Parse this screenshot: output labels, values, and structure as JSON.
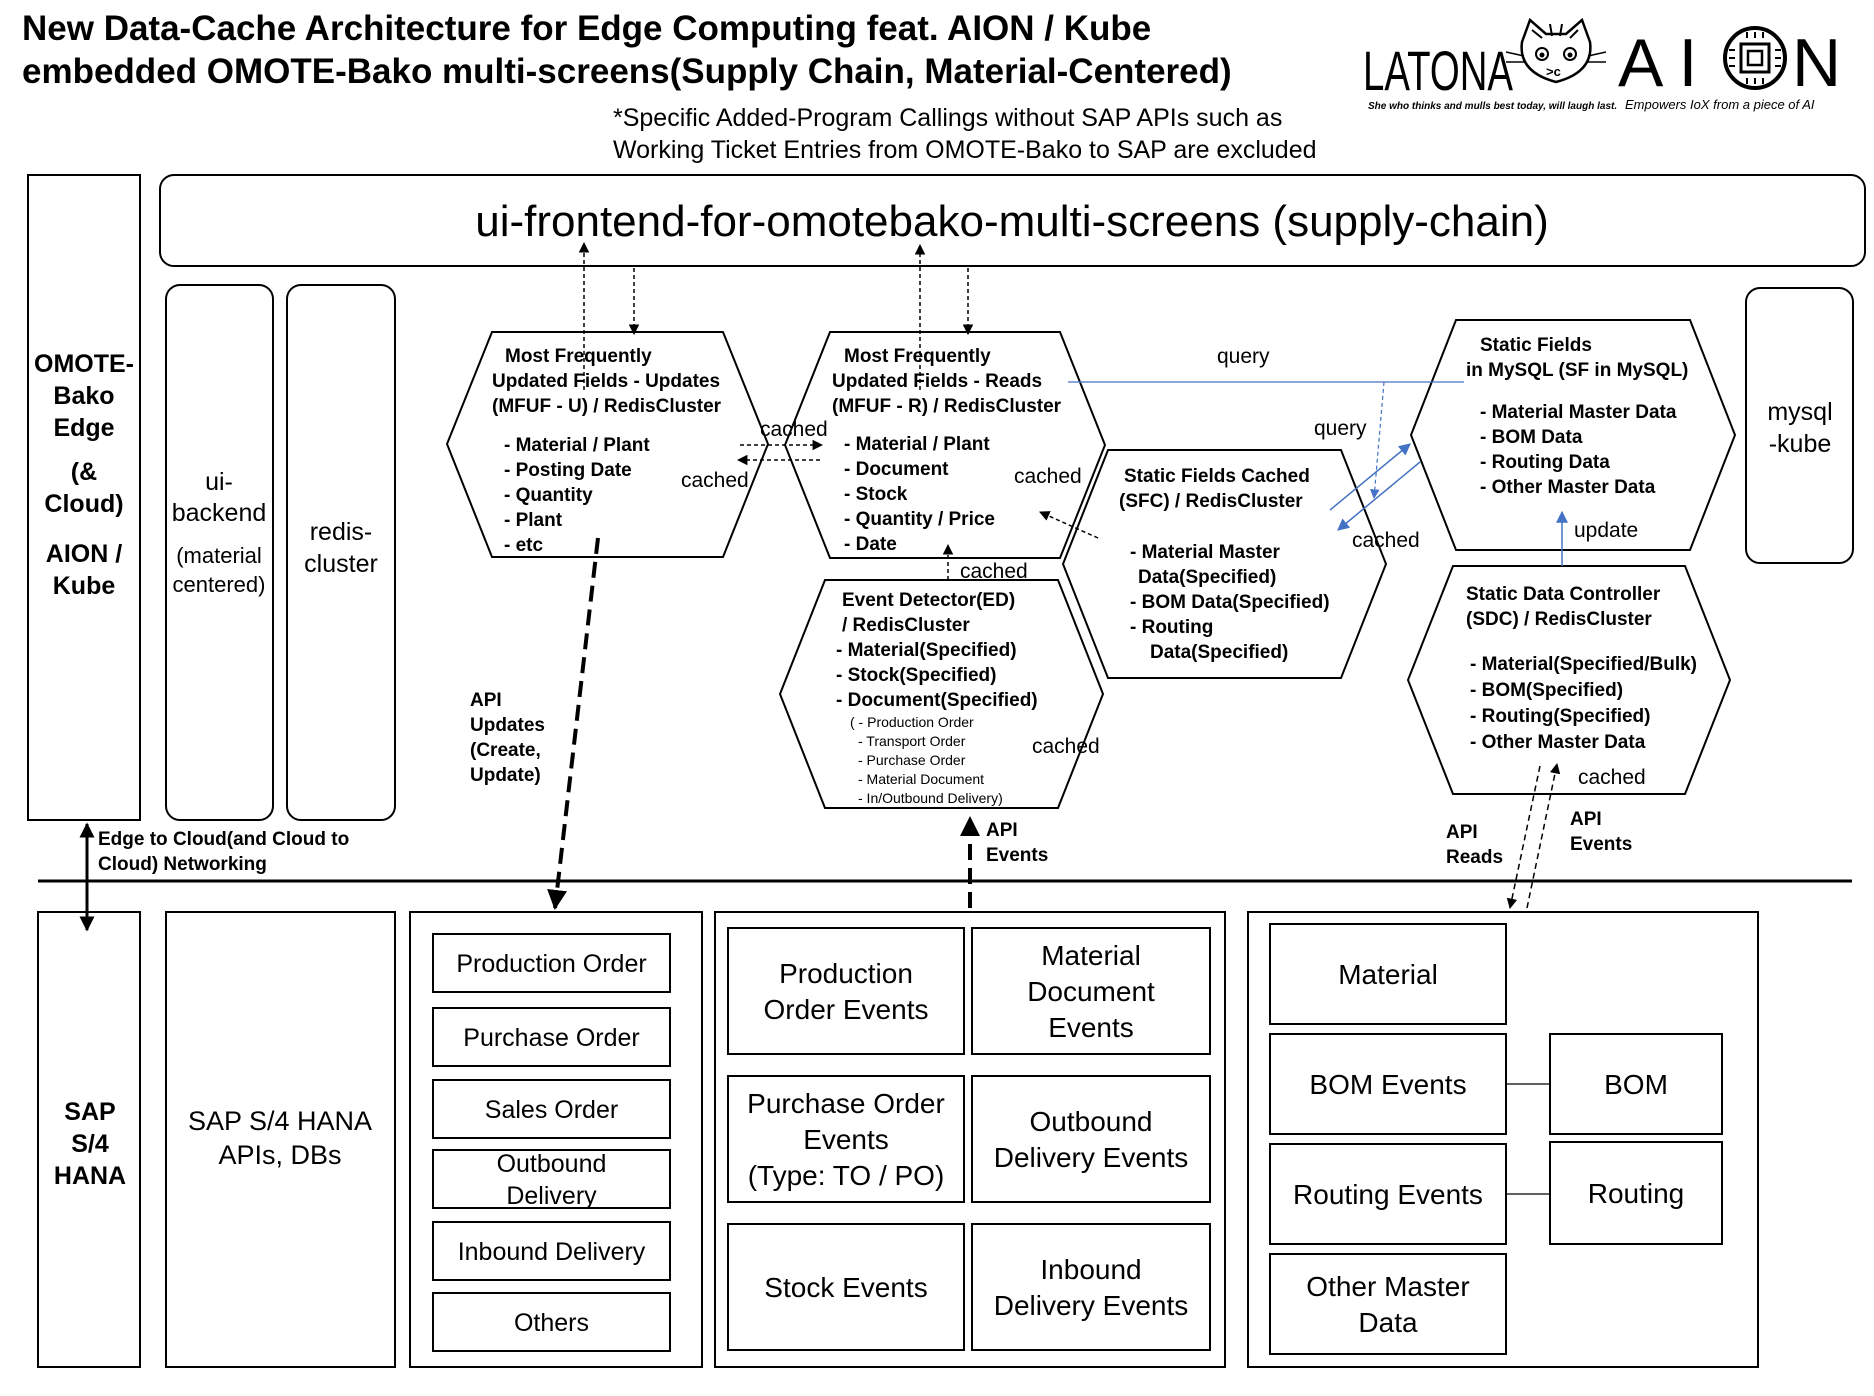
{
  "title": {
    "line1": "New Data-Cache Architecture for Edge Computing feat. AION / Kube",
    "line2": "embedded OMOTE-Bako multi-screens(Supply Chain, Material-Centered)"
  },
  "note": {
    "line1": "*Specific Added-Program Callings without SAP APIs such as",
    "line2": "Working Ticket Entries from OMOTE-Bako to SAP are excluded"
  },
  "logos": {
    "latona": {
      "name": "LATONA",
      "tagline": "She who thinks and mulls best today, will laugh last.",
      "cat_glyph": ">c"
    },
    "aion": {
      "name_left": "A I",
      "name_right": "N",
      "tagline": "Empowers IoX from a piece of AI"
    }
  },
  "frontend": {
    "label": "ui-frontend-for-omotebako-multi-screens (supply-chain)"
  },
  "edge_box": {
    "lines": [
      "OMOTE-",
      "Bako",
      "Edge",
      "(&",
      "Cloud)",
      "AION /",
      "Kube"
    ]
  },
  "ui_backend": {
    "lines": [
      "ui-",
      "backend",
      "(material",
      "centered)"
    ]
  },
  "redis_cluster": {
    "lines": [
      "redis-",
      "cluster"
    ]
  },
  "mysql_kube": {
    "lines": [
      "mysql",
      "-kube"
    ]
  },
  "hex_mfuf_u": {
    "title": [
      "Most Frequently",
      "Updated Fields - Updates",
      "(MFUF - U) / RedisCluster"
    ],
    "items": [
      "- Material / Plant",
      "- Posting Date",
      "- Quantity",
      "- Plant",
      "- etc"
    ]
  },
  "hex_mfuf_r": {
    "title": [
      "Most Frequently",
      "Updated Fields - Reads",
      "(MFUF - R) / RedisCluster"
    ],
    "items": [
      "- Material / Plant",
      "- Document",
      "- Stock",
      "- Quantity / Price",
      "- Date"
    ]
  },
  "hex_sf_mysql": {
    "title": [
      "Static Fields",
      "in MySQL (SF in MySQL)"
    ],
    "items": [
      "- Material Master Data",
      "- BOM Data",
      "- Routing Data",
      "- Other Master Data"
    ]
  },
  "hex_sfc": {
    "title": [
      "Static Fields Cached",
      "(SFC) / RedisCluster"
    ],
    "items": [
      "- Material Master",
      "Data(Specified)",
      "- BOM Data(Specified)",
      "- Routing",
      "Data(Specified)"
    ]
  },
  "hex_ed": {
    "title": [
      "Event Detector(ED)",
      "/ RedisCluster"
    ],
    "items": [
      "- Material(Specified)",
      "- Stock(Specified)",
      "- Document(Specified)"
    ],
    "subitems": [
      "( - Production Order",
      "- Transport Order",
      "- Purchase Order",
      "- Material Document",
      "- In/Outbound Delivery)"
    ]
  },
  "hex_sdc": {
    "title": [
      "Static Data Controller",
      "(SDC) / RedisCluster"
    ],
    "items": [
      "- Material(Specified/Bulk)",
      "- BOM(Specified)",
      "- Routing(Specified)",
      "- Other Master Data"
    ]
  },
  "labels": {
    "cached": "cached",
    "query": "query",
    "update": "update",
    "api_updates": [
      "API",
      "Updates",
      "(Create,",
      "Update)"
    ],
    "api_events": [
      "API",
      "Events"
    ],
    "api_reads": [
      "API",
      "Reads"
    ],
    "networking": [
      "Edge to Cloud(and Cloud to",
      "Cloud) Networking"
    ]
  },
  "sap_box": {
    "lines": [
      "SAP",
      "S/4",
      "HANA"
    ]
  },
  "sap_apis": {
    "lines": [
      "SAP S/4 HANA",
      "APIs, DBs"
    ]
  },
  "sap_docs": {
    "items": [
      [
        "Production Order"
      ],
      [
        "Purchase Order"
      ],
      [
        "Sales Order"
      ],
      [
        "Outbound",
        "Delivery"
      ],
      [
        "Inbound Delivery"
      ],
      [
        "Others"
      ]
    ]
  },
  "sap_events": {
    "items": [
      [
        "Production",
        "Order Events"
      ],
      [
        "Material",
        "Document",
        "Events"
      ],
      [
        "Purchase Order",
        "Events",
        "(Type: TO / PO)"
      ],
      [
        "Outbound",
        "Delivery Events"
      ],
      [
        "Stock Events"
      ],
      [
        "Inbound",
        "Delivery Events"
      ]
    ]
  },
  "sap_master": {
    "material": [
      "Material"
    ],
    "bom_events": [
      "BOM Events"
    ],
    "bom": [
      "BOM"
    ],
    "routing_events": [
      "Routing Events"
    ],
    "routing": [
      "Routing"
    ],
    "other_master": [
      "Other Master",
      "Data"
    ]
  },
  "colors": {
    "line": "#000000",
    "arrow_blue": "#4472c4"
  }
}
